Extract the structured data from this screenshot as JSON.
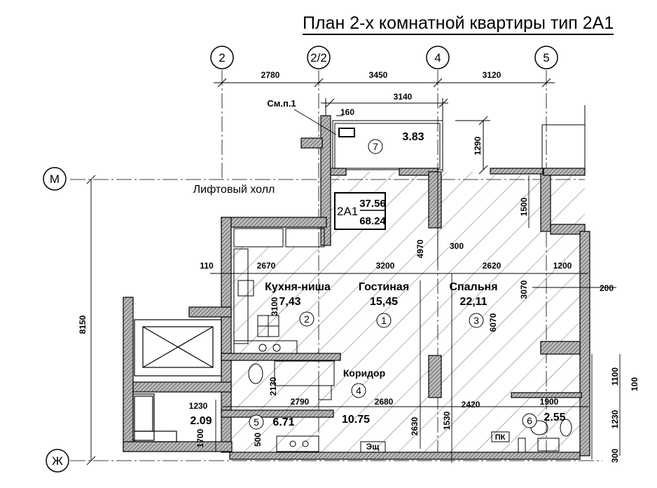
{
  "title": "План 2-х комнатной квартиры тип 2А1",
  "axes": {
    "v1": "2",
    "v2": "2/2",
    "v3": "4",
    "v4": "5",
    "h1": "М",
    "h2": "Ж"
  },
  "top_dims": {
    "d1": "2780",
    "d2": "3450",
    "d3": "3120",
    "d4": "3140",
    "d5": "160",
    "d6": "1290"
  },
  "inner_dims": {
    "d110": "110",
    "d2670": "2670",
    "d3200": "3200",
    "d2620": "2620",
    "d1200": "1200",
    "d4970": "4970",
    "d300a": "300",
    "d1500": "1500",
    "d3100": "3100",
    "d3070": "3070",
    "d6070": "6070",
    "d200": "200",
    "d8150": "8150",
    "d2130": "2130",
    "d2790": "2790",
    "d2680": "2680",
    "d2420": "2420",
    "d1900": "1900",
    "d1230a": "1230",
    "d1700": "1700",
    "d500": "500",
    "d2630": "2630",
    "d1530": "1530",
    "d1100": "1100",
    "d100": "100",
    "d1230b": "1230",
    "d300b": "300"
  },
  "labels": {
    "smp": "См.п.1",
    "lift_hall": "Лифтовый холл",
    "apt_type": "2А1",
    "area_living": "37.56",
    "area_total": "68.24",
    "zsh": "Эщ",
    "pk": "ПК"
  },
  "rooms": {
    "kitchen_name": "Кухня-ниша",
    "kitchen_area": "7,43",
    "kitchen_num": "2",
    "living_name": "Гостиная",
    "living_area": "15,45",
    "living_num": "1",
    "bed_name": "Спальня",
    "bed_area": "22,11",
    "bed_num": "3",
    "cor_name": "Коридор",
    "cor_num": "4",
    "cor_area": "10.75",
    "bath_num": "5",
    "bath_area": "6.71",
    "wc_area": "2.09",
    "r6_num": "6",
    "r6_area": "2.55",
    "balc_num": "7",
    "balc_area": "3.83"
  }
}
